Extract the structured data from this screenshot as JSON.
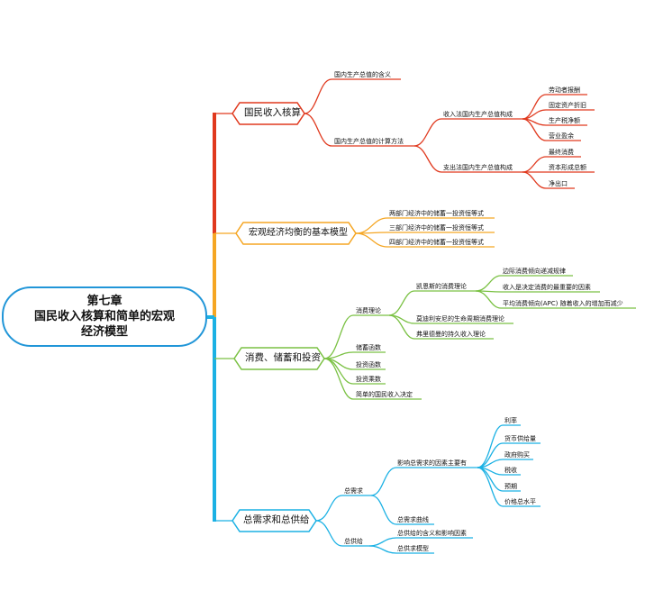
{
  "title": {
    "line1": "第七章",
    "line2": "国民收入核算和简单的宏观",
    "line3": "经济模型"
  },
  "colors": {
    "red": "#e0391e",
    "orange": "#f5a623",
    "green": "#7ac143",
    "cyan": "#1bb1e4",
    "root_border": "#2196d8"
  },
  "branches": {
    "b1": {
      "label": "国民收入核算",
      "c1": "国内生产总值的含义",
      "c2": {
        "label": "国内生产总值的计算方法",
        "c1": {
          "label": "收入法国内生产总值构成",
          "items": [
            "劳动者报酬",
            "固定资产折旧",
            "生产税净额",
            "营业盈余"
          ]
        },
        "c2": {
          "label": "支出法国内生产总值构成",
          "items": [
            "最终消费",
            "资本形成总额",
            "净出口"
          ]
        }
      }
    },
    "b2": {
      "label": "宏观经济均衡的基本模型",
      "items": [
        "两部门经济中的储蓄一投资恒等式",
        "三部门经济中的储蓄一投资恒等式",
        "四部门经济中的储蓄一投资恒等式"
      ]
    },
    "b3": {
      "label": "消费、储蓄和投资",
      "c1": {
        "label": "消费理论",
        "k": {
          "label": "凯恩斯的消费理论",
          "items": [
            "边际消费倾向递减规律",
            "收入是决定消费的最重要的因素",
            "平均消费倾向(APC) 随着收入的增加而减少"
          ]
        },
        "m": "莫迪利安尼的生命周期消费理论",
        "f": "弗里德曼的持久收入理论"
      },
      "items": [
        "储蓄函数",
        "投资函数",
        "投资乘数",
        "简单的国民收入决定"
      ]
    },
    "b4": {
      "label": "总需求和总供给",
      "d": {
        "label": "总需求",
        "f": {
          "label": "影响总需求的因素主要有",
          "items": [
            "利率",
            "货币供给量",
            "政府购买",
            "税收",
            "预期",
            "价格总水平"
          ]
        },
        "curve": "总需求曲线"
      },
      "s": {
        "label": "总供给",
        "items": [
          "总供给的含义和影响因素",
          "总供求模型"
        ]
      }
    }
  }
}
